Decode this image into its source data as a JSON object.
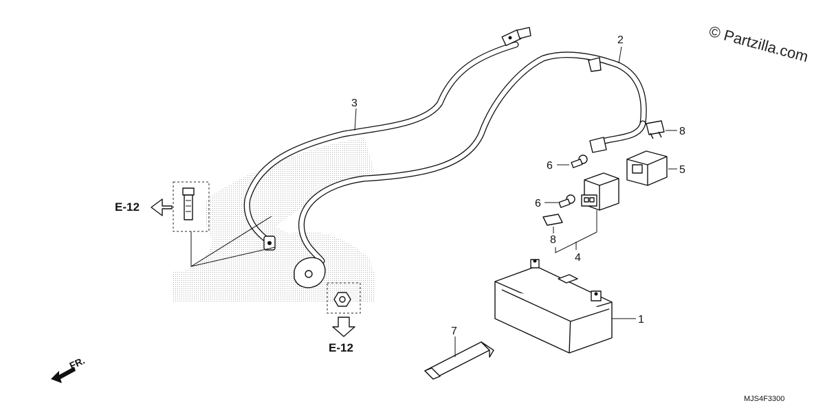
{
  "watermark": "© Partzilla.com",
  "diagram_code": "MJS4F3300",
  "front_indicator": "FR.",
  "references": [
    {
      "id": "ref-left",
      "label": "E-12"
    },
    {
      "id": "ref-bottom",
      "label": "E-12"
    }
  ],
  "callouts": {
    "battery": "1",
    "cable_2": "2",
    "cable_3": "3",
    "relay": "4",
    "relay_cover": "5",
    "bolt_upper": "6",
    "bolt_lower": "6",
    "fuse_upper": "8",
    "fuse_lower": "8",
    "battery_band": "7"
  }
}
